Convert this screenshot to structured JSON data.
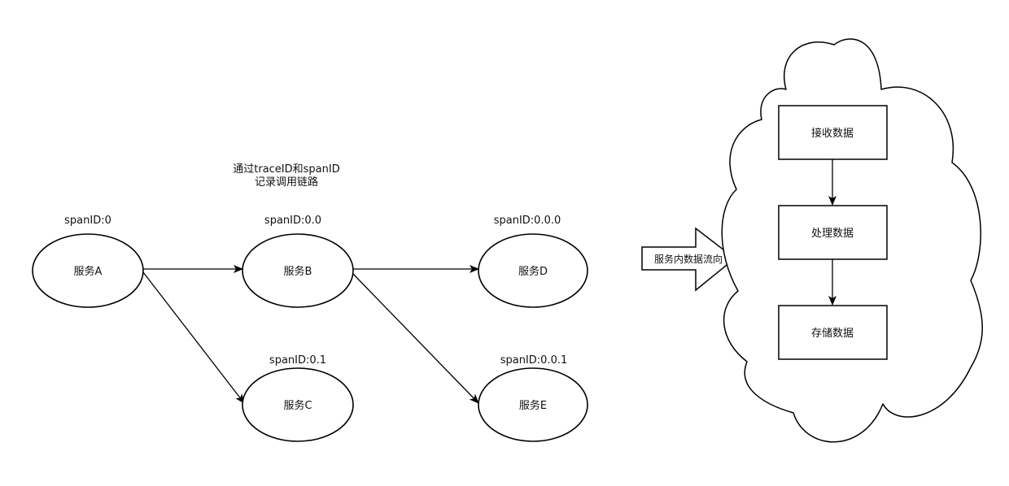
{
  "annotation": {
    "line1": "通过traceID和spanID",
    "line2": "记录调用链路"
  },
  "services": {
    "a": {
      "label": "服务A",
      "span": "spanID:0"
    },
    "b": {
      "label": "服务B",
      "span": "spanID:0.0"
    },
    "c": {
      "label": "服务C",
      "span": "spanID:0.1"
    },
    "d": {
      "label": "服务D",
      "span": "spanID:0.0.0"
    },
    "e": {
      "label": "服务E",
      "span": "spanID:0.0.1"
    }
  },
  "flow_arrow": {
    "label": "服务内数据流向"
  },
  "cloud": {
    "steps": [
      {
        "label": "接收数据"
      },
      {
        "label": "处理数据"
      },
      {
        "label": "存储数据"
      }
    ]
  }
}
